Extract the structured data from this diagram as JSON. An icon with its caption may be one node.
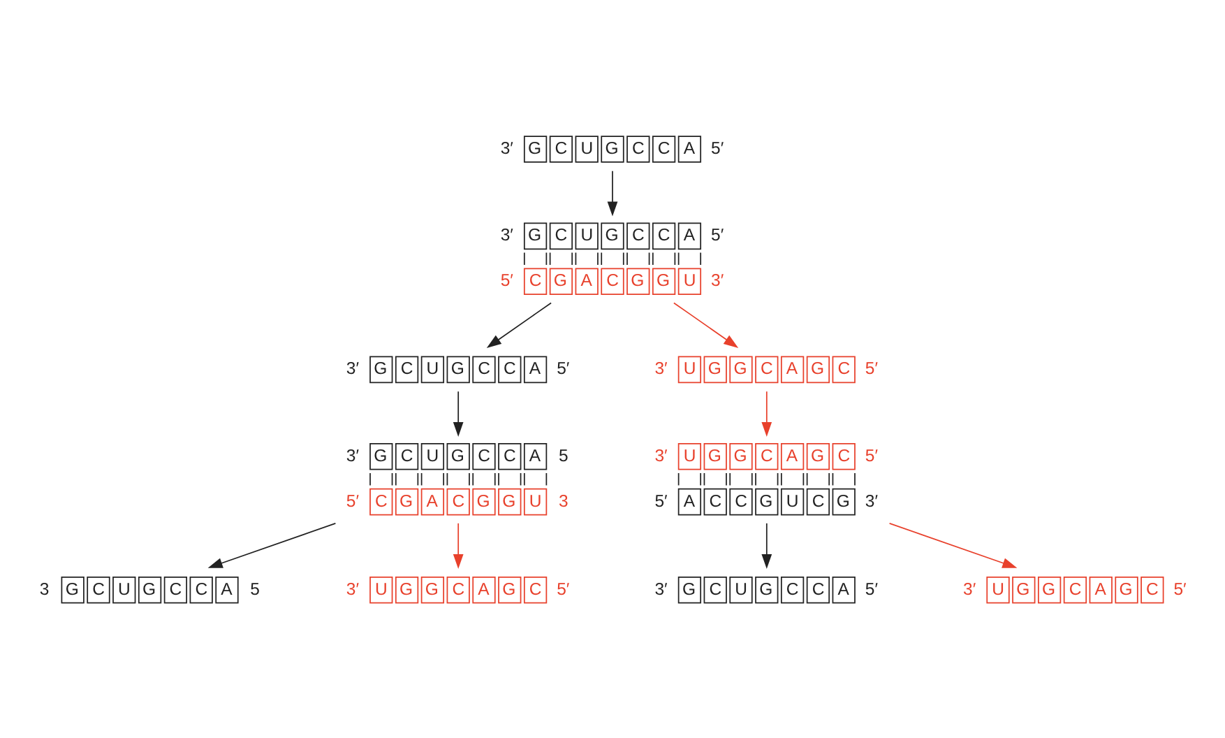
{
  "diagram": {
    "nodes": [
      {
        "text": [
          "3′ G C U G C C A 5′"
        ]
      },
      {
        "text": [
          "3′ G C U G C C A 5′",
          "5′ C G A C G G U 3′"
        ]
      },
      {
        "text": [
          "3′ G C U G C C A 5′"
        ]
      },
      {
        "text": [
          "3′ U G G C A G C 5′"
        ]
      },
      {
        "text": [
          "3′ G C U G C C A 5",
          "5′ C G A C G G U 3"
        ]
      },
      {
        "text": [
          "3′ U G G C A G C 5′",
          "5′ A C C G U C G 3′"
        ]
      },
      {
        "text": [
          "3 G C U G C C A 5"
        ]
      },
      {
        "text": [
          "3′ U G G C A G C 5′"
        ]
      },
      {
        "text": [
          "3′ G C U G C C A 5′"
        ]
      },
      {
        "text": [
          "3′ U G G C A G C 5′"
        ]
      }
    ],
    "edges": [
      {
        "from": 0,
        "to": 1,
        "arrow": "to"
      },
      {
        "from": 1,
        "to": 2,
        "arrow": "to"
      },
      {
        "from": 1,
        "to": 3,
        "arrow": "to",
        "color": "#e8412c"
      },
      {
        "from": 2,
        "to": 4,
        "arrow": "to"
      },
      {
        "from": 3,
        "to": 5,
        "arrow": "to",
        "color": "#e8412c"
      },
      {
        "from": 4,
        "to": 6,
        "arrow": "to"
      },
      {
        "from": 4,
        "to": 7,
        "arrow": "to",
        "color": "#e8412c"
      },
      {
        "from": 5,
        "to": 8,
        "arrow": "to"
      },
      {
        "from": 5,
        "to": 9,
        "arrow": "to",
        "color": "#e8412c"
      }
    ]
  }
}
